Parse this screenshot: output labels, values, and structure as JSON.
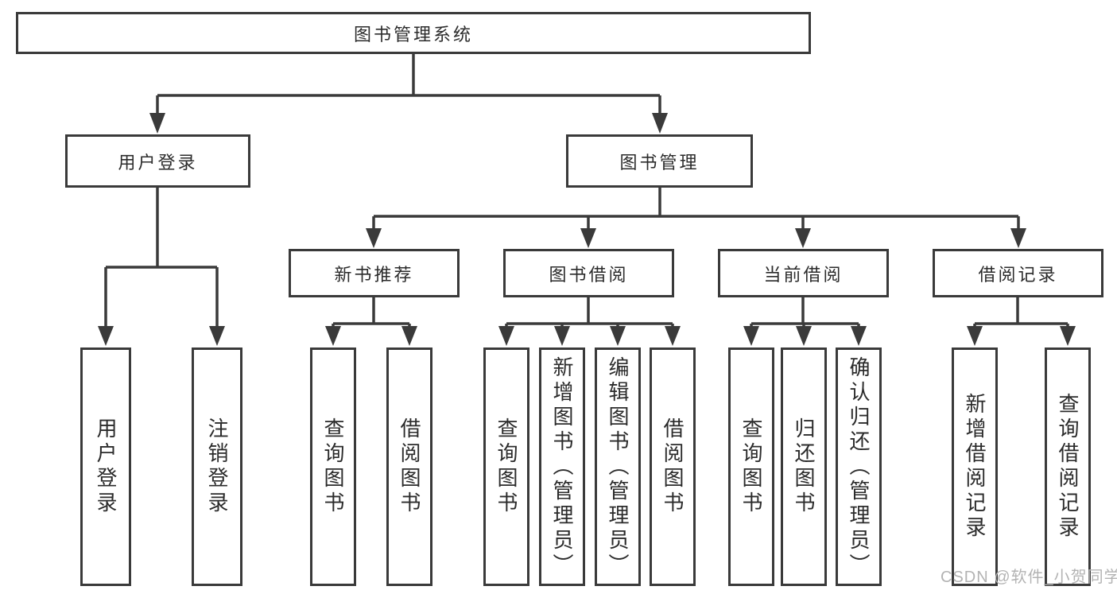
{
  "diagram": {
    "root": {
      "label": "图书管理系统"
    },
    "branches": [
      {
        "label": "用户登录",
        "children": [
          {
            "label": "用户登录"
          },
          {
            "label": "注销登录"
          }
        ]
      },
      {
        "label": "图书管理",
        "children": [
          {
            "label": "新书推荐",
            "children": [
              {
                "label": "查询图书"
              },
              {
                "label": "借阅图书"
              }
            ]
          },
          {
            "label": "图书借阅",
            "children": [
              {
                "label": "查询图书"
              },
              {
                "label": "新增图书（管理员）"
              },
              {
                "label": "编辑图书（管理员）"
              },
              {
                "label": "借阅图书"
              }
            ]
          },
          {
            "label": "当前借阅",
            "children": [
              {
                "label": "查询图书"
              },
              {
                "label": "归还图书"
              },
              {
                "label": "确认归还（管理员）"
              }
            ]
          },
          {
            "label": "借阅记录",
            "children": [
              {
                "label": "新增借阅记录"
              },
              {
                "label": "查询借阅记录"
              }
            ]
          }
        ]
      }
    ],
    "watermark": "CSDN @软件_小贺同学",
    "colors": {
      "line": "#3a3a3a",
      "text": "#2b2b2b",
      "watermark": "#b3b3b3",
      "background": "#ffffff"
    }
  }
}
